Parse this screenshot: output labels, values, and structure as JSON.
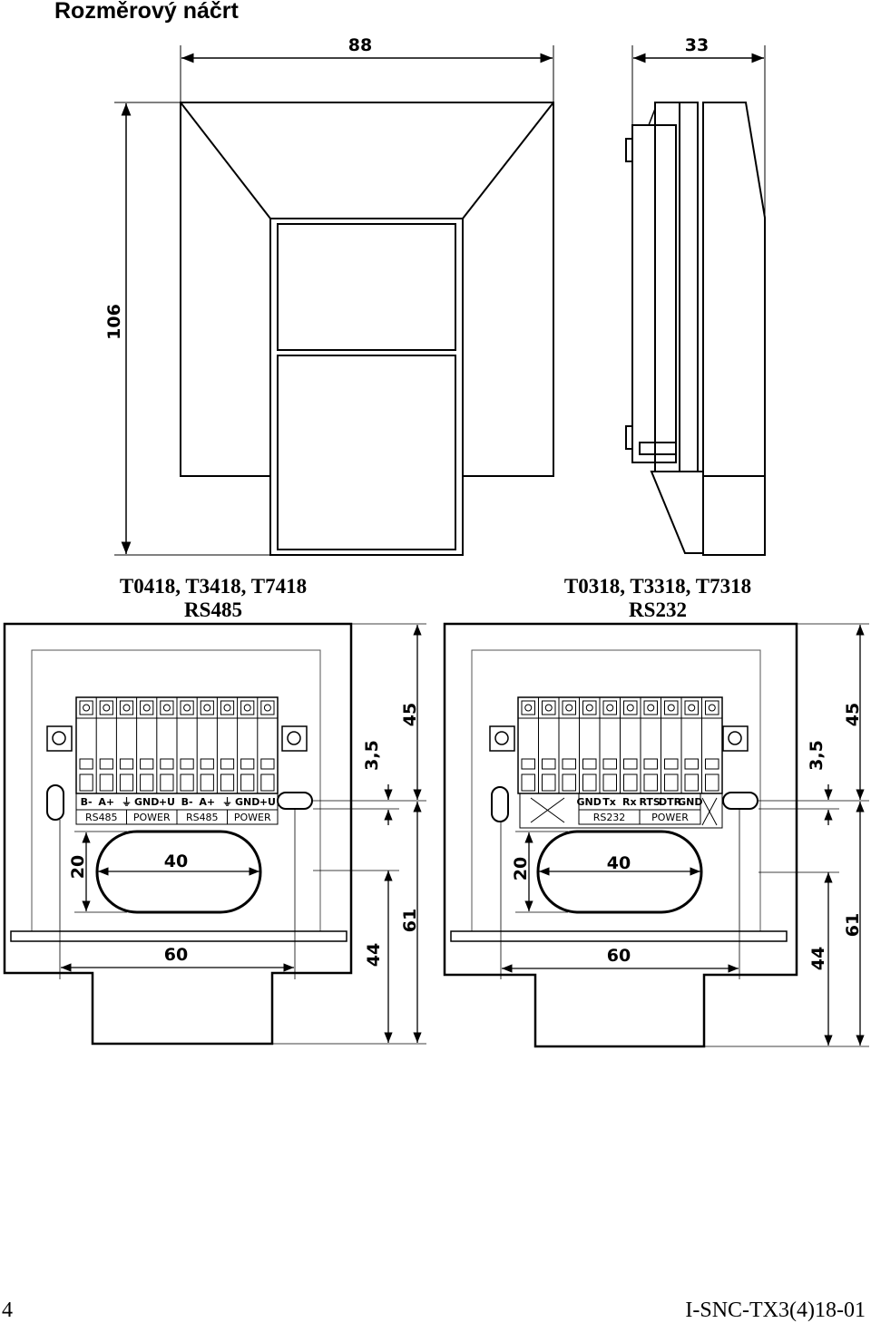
{
  "heading": "Rozměrový náčrt",
  "dims": {
    "width": "88",
    "depth": "33",
    "height": "106",
    "d45": "45",
    "d35": "3,5",
    "d20": "20",
    "d40": "40",
    "d60": "60",
    "d44": "44",
    "d61": "61"
  },
  "left_module": {
    "models": "T0418, T3418, T7418",
    "iface": "RS485",
    "terms": [
      "B-",
      "A+",
      "⏚",
      "GND",
      "+U",
      "B-",
      "A+",
      "⏚",
      "GND",
      "+U"
    ],
    "groups": [
      "RS485",
      "POWER",
      "RS485",
      "POWER"
    ]
  },
  "right_module": {
    "models": "T0318, T3318, T7318",
    "iface": "RS232",
    "terms": [
      "GND",
      "Tx",
      "Rx",
      "RTS",
      "DTR",
      "GND"
    ],
    "groups": [
      "RS232",
      "POWER"
    ]
  },
  "footer": {
    "page": "4",
    "code": "I-SNC-TX3(4)18-01"
  }
}
